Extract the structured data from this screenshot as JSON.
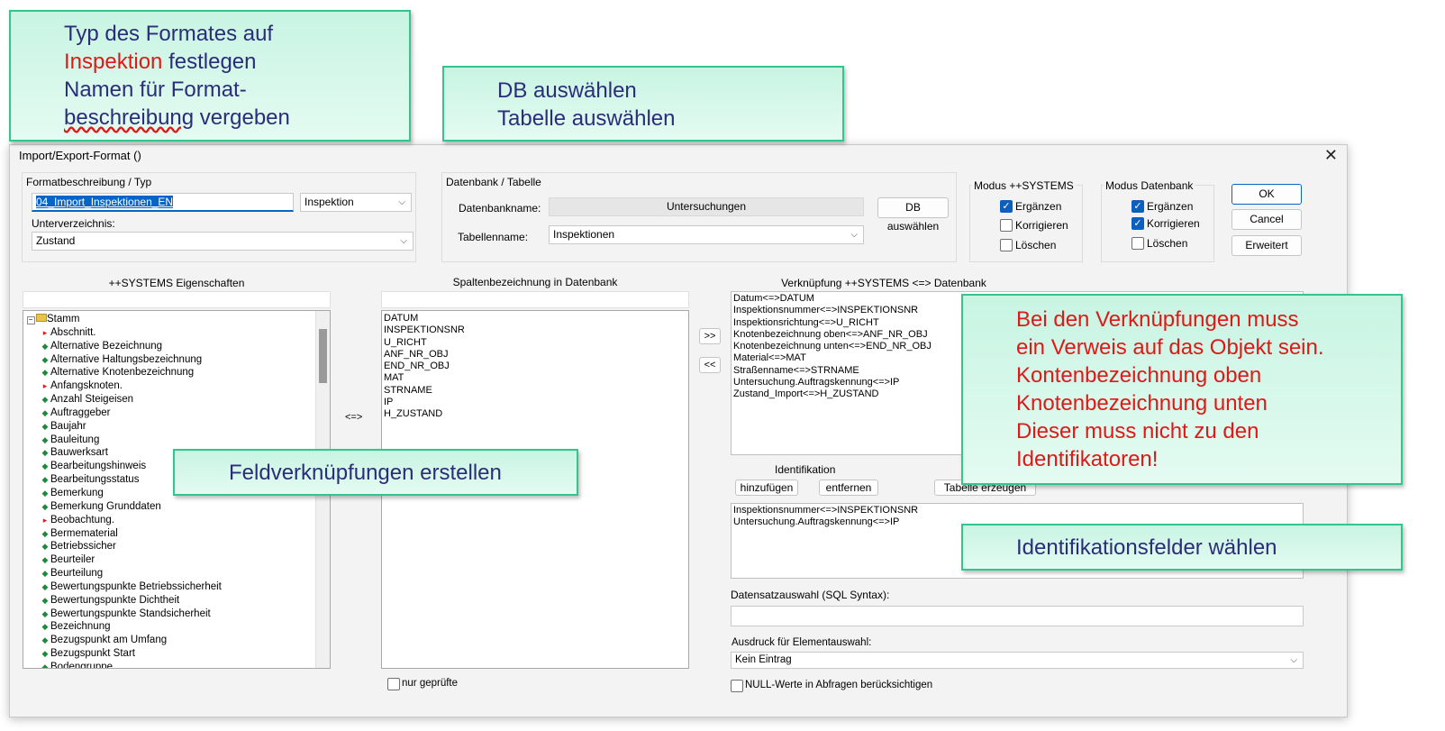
{
  "callouts": {
    "format": {
      "line1": "Typ des Formates auf",
      "line2_red": "Inspektion",
      "line2_rest": " festlegen",
      "line3": "Namen für Format-",
      "line4_a": "beschreibung",
      "line4_b": " vergeben"
    },
    "db": {
      "line1": "DB auswählen",
      "line2": "Tabelle auswählen"
    },
    "field": {
      "text": "Feldverknüpfungen erstellen"
    },
    "verknuepfung": {
      "lines": [
        "Bei den Verknüpfungen muss",
        "ein Verweis auf das Objekt sein.",
        "Kontenbezeichnung oben",
        "Knotenbezeichnung unten",
        "Dieser muss nicht zu den",
        "Identifikatoren!"
      ]
    },
    "ident": {
      "text": "Identifikationsfelder wählen"
    }
  },
  "dialog": {
    "title": "Import/Export-Format ()",
    "close_icon": "close-icon",
    "format_group": {
      "label": "Formatbeschreibung / Typ",
      "name_value": "04_Import_Inspektionen_EN",
      "type_value": "Inspektion",
      "subdir_label": "Unterverzeichnis:",
      "subdir_value": "Zustand"
    },
    "db_group": {
      "label": "Datenbank / Tabelle",
      "dbname_label": "Datenbankname:",
      "dbname_value": "Untersuchungen",
      "db_button": "DB auswählen",
      "table_label": "Tabellenname:",
      "table_value": "Inspektionen"
    },
    "modus_systems": {
      "label": "Modus ++SYSTEMS",
      "items": [
        {
          "label": "Ergänzen",
          "checked": true
        },
        {
          "label": "Korrigieren",
          "checked": false
        },
        {
          "label": "Löschen",
          "checked": false
        }
      ]
    },
    "modus_db": {
      "label": "Modus Datenbank",
      "items": [
        {
          "label": "Ergänzen",
          "checked": true
        },
        {
          "label": "Korrigieren",
          "checked": true
        },
        {
          "label": "Löschen",
          "checked": false
        }
      ]
    },
    "buttons": {
      "ok": "OK",
      "cancel": "Cancel",
      "extended": "Erweitert"
    },
    "props_header": "++SYSTEMS Eigenschaften",
    "tree": [
      {
        "label": "Stamm",
        "kind": "root"
      },
      {
        "label": "Abschnitt.",
        "kind": "red"
      },
      {
        "label": "Alternative Bezeichnung",
        "kind": "green"
      },
      {
        "label": "Alternative Haltungsbezeichnung",
        "kind": "green"
      },
      {
        "label": "Alternative Knotenbezeichnung",
        "kind": "green"
      },
      {
        "label": "Anfangsknoten.",
        "kind": "red"
      },
      {
        "label": "Anzahl Steigeisen",
        "kind": "green"
      },
      {
        "label": "Auftraggeber",
        "kind": "green"
      },
      {
        "label": "Baujahr",
        "kind": "green"
      },
      {
        "label": "Bauleitung",
        "kind": "green"
      },
      {
        "label": "Bauwerksart",
        "kind": "green"
      },
      {
        "label": "Bearbeitungshinweis",
        "kind": "green"
      },
      {
        "label": "Bearbeitungsstatus",
        "kind": "green"
      },
      {
        "label": "Bemerkung",
        "kind": "green"
      },
      {
        "label": "Bemerkung Grunddaten",
        "kind": "green"
      },
      {
        "label": "Beobachtung.",
        "kind": "red"
      },
      {
        "label": "Bermematerial",
        "kind": "green"
      },
      {
        "label": "Betriebssicher",
        "kind": "green"
      },
      {
        "label": "Beurteiler",
        "kind": "green"
      },
      {
        "label": "Beurteilung",
        "kind": "green"
      },
      {
        "label": "Bewertungspunkte Betriebssicherheit",
        "kind": "green"
      },
      {
        "label": "Bewertungspunkte Dichtheit",
        "kind": "green"
      },
      {
        "label": "Bewertungspunkte Standsicherheit",
        "kind": "green"
      },
      {
        "label": "Bezeichnung",
        "kind": "green"
      },
      {
        "label": "Bezugspunkt am Umfang",
        "kind": "green"
      },
      {
        "label": "Bezugspunkt Start",
        "kind": "green"
      },
      {
        "label": "Bodengruppe",
        "kind": "green"
      }
    ],
    "link_arrow": "<=>",
    "columns_header": "Spaltenbezeichnung in Datenbank",
    "columns": [
      "DATUM",
      "INSPEKTIONSNR",
      "U_RICHT",
      "ANF_NR_OBJ",
      "END_NR_OBJ",
      "MAT",
      "STRNAME",
      "IP",
      "H_ZUSTAND"
    ],
    "only_checked_label": "nur geprüfte",
    "add_button": ">>",
    "remove_button": "<<",
    "mapping_header": "Verknüpfung ++SYSTEMS <=> Datenbank",
    "mappings": [
      "Datum<=>DATUM",
      "Inspektionsnummer<=>INSPEKTIONSNR",
      "Inspektionsrichtung<=>U_RICHT",
      "Knotenbezeichnung oben<=>ANF_NR_OBJ",
      "Knotenbezeichnung unten<=>END_NR_OBJ",
      "Material<=>MAT",
      "Straßenname<=>STRNAME",
      "Untersuchung.Auftragskennung<=>IP",
      "Zustand_Import<=>H_ZUSTAND"
    ],
    "ident": {
      "label": "Identifikation",
      "add": "hinzufügen",
      "remove": "entfernen",
      "create_table": "Tabelle erzeugen",
      "items": [
        "Inspektionsnummer<=>INSPEKTIONSNR",
        "Untersuchung.Auftragskennung<=>IP"
      ]
    },
    "sql_label": "Datensatzauswahl (SQL Syntax):",
    "sql_value": "",
    "expr_label": "Ausdruck für Elementauswahl:",
    "expr_value": "Kein Eintrag",
    "null_label": "NULL-Werte in Abfragen berücksichtigen"
  }
}
